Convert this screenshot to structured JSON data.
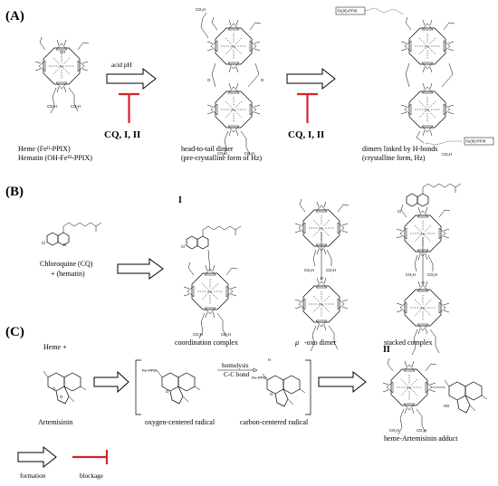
{
  "panels": {
    "a": "(A)",
    "b": "(B)",
    "c": "(C)"
  },
  "panel_a": {
    "heme_label": "Heme (Feᴵᴵ-PPIX)",
    "hematin_label": "Hematin (OH-Feᴵᴵᴵ-PPIX)",
    "acid_ph": "acid pH",
    "blockers_1": "CQ, I, II",
    "dimer_label": "head-to-tail dimer",
    "dimer_sub": "(pre-crystalline form of Hz)",
    "blockers_2": "CQ, I, II",
    "hbond_label": "dimers linked by H-bonds",
    "hbond_sub": "(crystalline form, Hz)",
    "fe_ppix": "Fe(III)-PPIX"
  },
  "panel_b": {
    "cq_label": "Chloroquine (CQ)",
    "hematin_plus": "+ (hematin)",
    "roman_i": "I",
    "coordination": "coordination complex",
    "mu": "μ",
    "oxo": "-oxo dimer",
    "stacked": "stacked complex"
  },
  "panel_c": {
    "heme_plus": "Heme +",
    "artemisinin": "Artemisinin",
    "oxygen_radical": "oxygen-centered radical",
    "homolysis": "homolysis",
    "cc_bond": "C-C bond",
    "carbon_radical": "carbon-centered radical",
    "roman_ii": "II",
    "adduct": "heme-Artemisinin adduct",
    "fe_ppix": "Fe–PPIX"
  },
  "legend": {
    "formation": "formation",
    "blockage": "blockage"
  },
  "atoms": {
    "fe": "Fe",
    "n": "N",
    "o": "O",
    "oh": "OH",
    "co2h": "CO₂H",
    "cl": "Cl",
    "h": "H",
    "ho": "HO"
  },
  "colors": {
    "blockage": "#d2232a",
    "ink": "#000000"
  }
}
